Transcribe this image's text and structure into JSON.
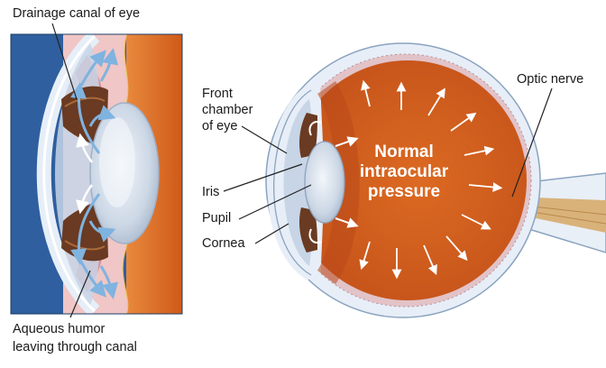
{
  "labels": {
    "drainage_canal": "Drainage canal of eye",
    "aqueous_line1": "Aqueous humor",
    "aqueous_line2": "leaving through canal",
    "front_chamber_line1": "Front",
    "front_chamber_line2": "chamber",
    "front_chamber_line3": "of eye",
    "iris": "Iris",
    "pupil": "Pupil",
    "cornea": "Cornea",
    "optic_nerve": "Optic nerve",
    "center_line1": "Normal",
    "center_line2": "intraocular",
    "center_line3": "pressure"
  },
  "colors": {
    "background_blue": "#2f5f9e",
    "eye_interior": "#d2601c",
    "eye_outer": "#e7eef7",
    "lens": "#d8e1ec",
    "iris_brown": "#6a3a22",
    "pink_tissue": "#d98d92",
    "nerve": "#d9b27a"
  }
}
